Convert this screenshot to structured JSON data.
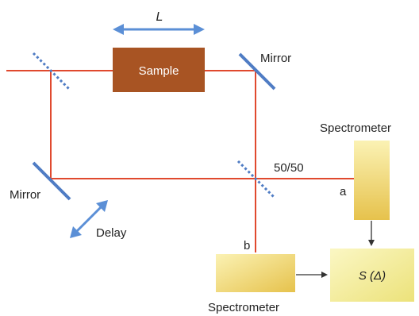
{
  "colors": {
    "beam": "#e0492e",
    "mirror": "#4f7cc4",
    "splitter": "#4f7cc4",
    "arrow": "#5b8fd6",
    "sample_fill": "#a85423",
    "sample_text": "#ffffff",
    "spectrometer_light": "#fbf2b4",
    "spectrometer_dark": "#e6c24c",
    "signal_box_light": "#fbf7c4",
    "signal_box_dark": "#ece27a",
    "label_text": "#222222",
    "connector": "#333333"
  },
  "labels": {
    "length": "L",
    "sample": "Sample",
    "mirror_top": "Mirror",
    "mirror_left": "Mirror",
    "splitter_ratio": "50/50",
    "port_a": "a",
    "port_b": "b",
    "delay": "Delay",
    "spectrometer_right": "Spectrometer",
    "spectrometer_bottom": "Spectrometer",
    "signal": "S (Δ)"
  }
}
